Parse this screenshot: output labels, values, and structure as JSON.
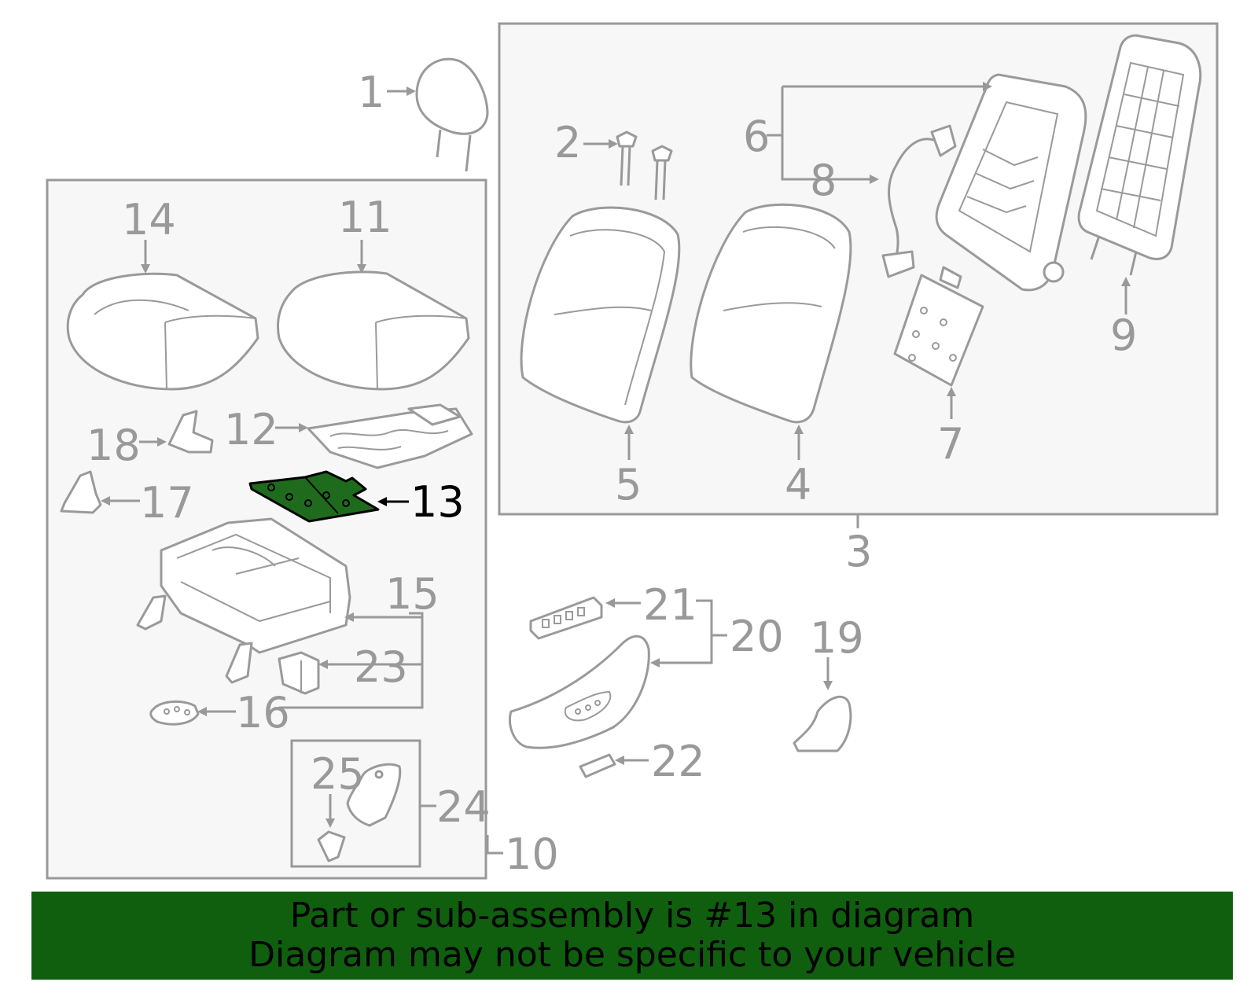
{
  "callouts": [
    {
      "id": "1",
      "label": "1"
    },
    {
      "id": "2",
      "label": "2"
    },
    {
      "id": "3",
      "label": "3"
    },
    {
      "id": "4",
      "label": "4"
    },
    {
      "id": "5",
      "label": "5"
    },
    {
      "id": "6",
      "label": "6"
    },
    {
      "id": "7",
      "label": "7"
    },
    {
      "id": "8",
      "label": "8"
    },
    {
      "id": "9",
      "label": "9"
    },
    {
      "id": "10",
      "label": "10"
    },
    {
      "id": "11",
      "label": "11"
    },
    {
      "id": "12",
      "label": "12"
    },
    {
      "id": "13",
      "label": "13"
    },
    {
      "id": "14",
      "label": "14"
    },
    {
      "id": "15",
      "label": "15"
    },
    {
      "id": "16",
      "label": "16"
    },
    {
      "id": "17",
      "label": "17"
    },
    {
      "id": "18",
      "label": "18"
    },
    {
      "id": "19",
      "label": "19"
    },
    {
      "id": "20",
      "label": "20"
    },
    {
      "id": "21",
      "label": "21"
    },
    {
      "id": "22",
      "label": "22"
    },
    {
      "id": "23",
      "label": "23"
    },
    {
      "id": "24",
      "label": "24"
    },
    {
      "id": "25",
      "label": "25"
    }
  ],
  "highlighted_part": "13",
  "colors": {
    "highlight_fill": "#1e6b1e",
    "banner_background": "#0f5f0f",
    "line_gray": "#999999",
    "box_background": "#f7f7f7"
  },
  "banner": {
    "line1": "Part or sub-assembly is #13 in diagram",
    "line2": "Diagram may not be specific to your vehicle"
  }
}
